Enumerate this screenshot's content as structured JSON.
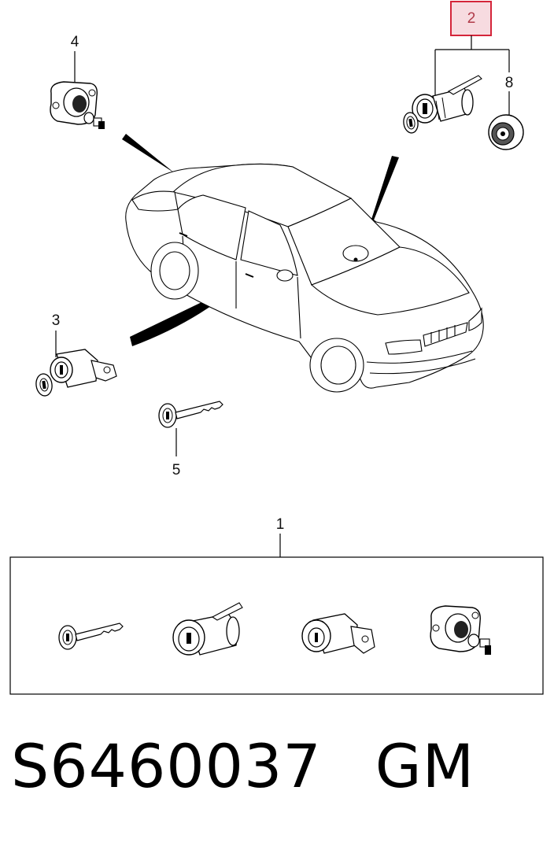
{
  "callouts": {
    "c1": "1",
    "c2": "2",
    "c3": "3",
    "c4": "4",
    "c5": "5",
    "c8": "8"
  },
  "footer": {
    "part_number": "S6460037",
    "brand": "GM"
  },
  "colors": {
    "highlight_border": "#d4253a",
    "highlight_fill": "#f7dbe0",
    "line": "#000000"
  },
  "icons": [
    "car-illustration",
    "key-icon",
    "ignition-lock-cylinder-icon",
    "door-lock-cylinder-icon",
    "trunk-lock-cylinder-icon",
    "bezel-ring-icon"
  ]
}
